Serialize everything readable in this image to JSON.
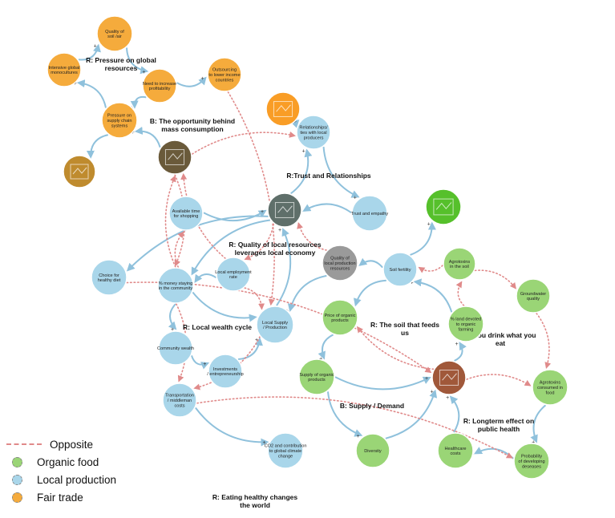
{
  "colors": {
    "fair_trade": "#f5ab3c",
    "local": "#a9d6ea",
    "organic": "#9ad576",
    "grey": "#9a9a9a",
    "edge": "#8fc1dc",
    "opposite": "#e08a8a"
  },
  "nodes": [
    {
      "id": "soil_air",
      "label": "Quality of\nsoil /air",
      "type": "fair_trade"
    },
    {
      "id": "intensive",
      "label": "Intensive global\nmonocultures",
      "type": "fair_trade"
    },
    {
      "id": "profit",
      "label": "Need to increase\nprofitability",
      "type": "fair_trade"
    },
    {
      "id": "outsourcing",
      "label": "Outsourcing\nto lower income\ncountries",
      "type": "fair_trade"
    },
    {
      "id": "pressure_supply",
      "label": "Pressure on\nsupply chain\nsystems",
      "type": "fair_trade"
    },
    {
      "id": "sdg12",
      "label": "",
      "type": "image",
      "icon": "sdg12-responsible-consumption-icon"
    },
    {
      "id": "market_img",
      "label": "",
      "type": "image",
      "icon": "market-photo-icon"
    },
    {
      "id": "sdg11",
      "label": "",
      "type": "image",
      "icon": "sdg11-sustainable-cities-icon"
    },
    {
      "id": "relationships",
      "label": "Relationships/\nties with local\nproducers",
      "type": "local"
    },
    {
      "id": "trust",
      "label": "Trust and empathy",
      "type": "local"
    },
    {
      "id": "market_center",
      "label": "",
      "type": "image",
      "icon": "local-market-photo-icon"
    },
    {
      "id": "time",
      "label": "Available time\nfor shopping",
      "type": "local"
    },
    {
      "id": "choice",
      "label": "Choice for\nhealthy diet",
      "type": "local"
    },
    {
      "id": "money",
      "label": "% money staying\nin the community",
      "type": "local"
    },
    {
      "id": "employment",
      "label": "Local employment\nrate",
      "type": "local"
    },
    {
      "id": "quality_local",
      "label": "Quality of\nlocal production\nresources",
      "type": "grey"
    },
    {
      "id": "local_supply",
      "label": "Local Supply\n/ Production",
      "type": "local"
    },
    {
      "id": "community",
      "label": "Community wealth",
      "type": "local"
    },
    {
      "id": "investments",
      "label": "Investments\n/ entrepreneurship",
      "type": "local"
    },
    {
      "id": "transport",
      "label": "Transportation\n/ middleman\ncosts",
      "type": "local"
    },
    {
      "id": "co2",
      "label": "CO2 and contribution\nto global climate\nchange",
      "type": "local"
    },
    {
      "id": "sdg15",
      "label": "",
      "type": "image",
      "icon": "sdg15-life-on-land-icon"
    },
    {
      "id": "soil_fert",
      "label": "Soil fertility",
      "type": "local"
    },
    {
      "id": "agrotox_soil",
      "label": "Agrotoxins\nin the soil",
      "type": "organic"
    },
    {
      "id": "groundwater",
      "label": "Groundwater\nquality",
      "type": "organic"
    },
    {
      "id": "price_org",
      "label": "Price of organic\nproducts",
      "type": "organic"
    },
    {
      "id": "land_org",
      "label": "% land devoted\nto organic\nfarming",
      "type": "organic"
    },
    {
      "id": "veg_img",
      "label": "",
      "type": "image",
      "icon": "vegetables-photo-icon"
    },
    {
      "id": "agrotox_food",
      "label": "Agrotoxins\nconsumed in\nfood",
      "type": "organic"
    },
    {
      "id": "supply_org",
      "label": "Supply of organic\nproducts",
      "type": "organic"
    },
    {
      "id": "diversity",
      "label": "Diversity",
      "type": "organic"
    },
    {
      "id": "healthcare",
      "label": "Healthcare\ncosts",
      "type": "organic"
    },
    {
      "id": "prob_disease",
      "label": "Probability\nof developing\ndeseases",
      "type": "organic"
    }
  ],
  "loop_labels": [
    {
      "text": "R: Pressure on global\nresources"
    },
    {
      "text": "B: The opportunity behind\nmass consumption"
    },
    {
      "text": "R:Trust and Relationships"
    },
    {
      "text": "R: Quality of local resources\nleverages local economy"
    },
    {
      "text": "R: Local wealth cycle"
    },
    {
      "text": "R: The soil that feeds\nus"
    },
    {
      "text": "R: You drink what you\neat"
    },
    {
      "text": "B: Supply / Demand"
    },
    {
      "text": "R: Longterm effect on\npublic health"
    },
    {
      "text": "R: Eating healthy changes\nthe world"
    }
  ],
  "legend": [
    {
      "label": "Opposite",
      "kind": "dash"
    },
    {
      "label": "Organic food",
      "kind": "organic"
    },
    {
      "label": "Local production",
      "kind": "local"
    },
    {
      "label": "Fair trade",
      "kind": "fair_trade"
    }
  ]
}
